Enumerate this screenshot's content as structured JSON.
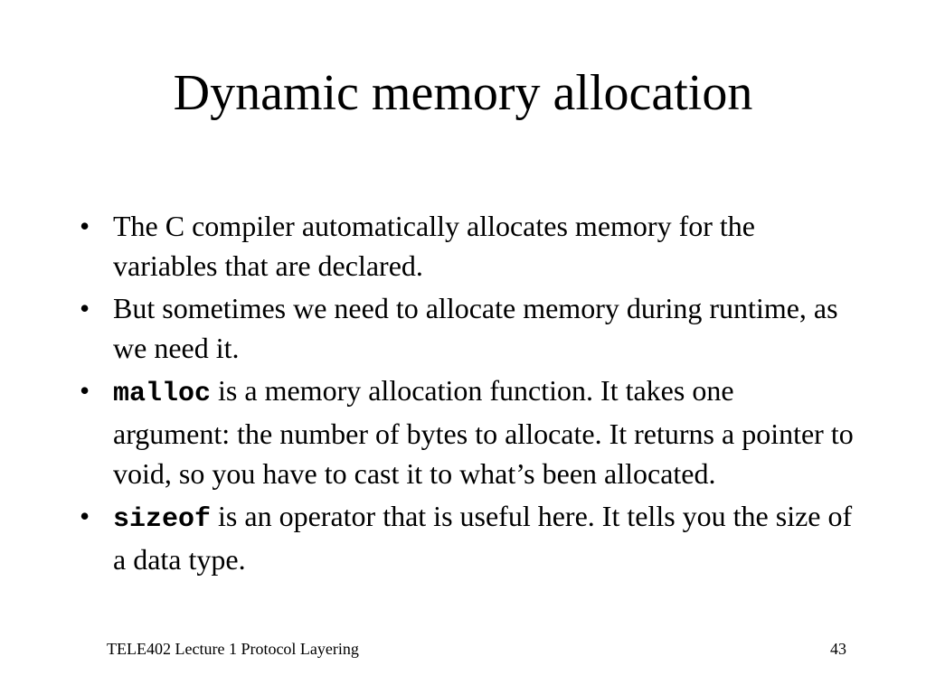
{
  "slide": {
    "title": "Dynamic memory allocation",
    "bullets": [
      {
        "code": "",
        "text": "The C compiler automatically allocates memory for the variables that are declared."
      },
      {
        "code": "",
        "text": "But sometimes we need to allocate memory during runtime, as we need it."
      },
      {
        "code": "malloc",
        "text": " is a memory allocation function.  It takes one argument: the number of bytes to allocate.  It returns a pointer to void, so you have to cast it to what’s been allocated."
      },
      {
        "code": "sizeof",
        "text": " is an operator that is useful here.  It tells you the size of a data type."
      }
    ],
    "bullet_symbol": "•"
  },
  "footer": {
    "course": "TELE402 Lecture 1 Protocol Layering",
    "page_number": "43"
  }
}
